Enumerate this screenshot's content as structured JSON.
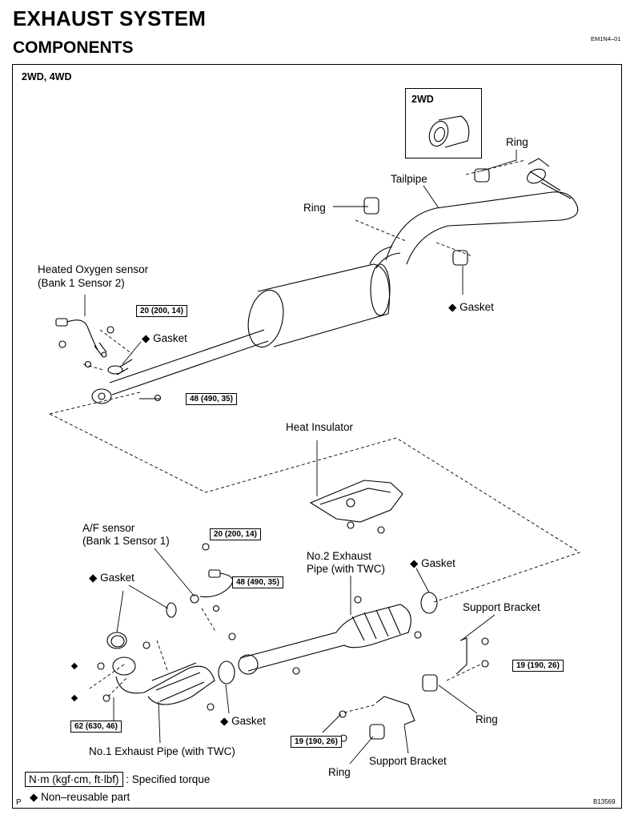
{
  "header": {
    "title": "EXHAUST SYSTEM",
    "subtitle": "COMPONENTS",
    "code": "EM1N4–01"
  },
  "frame_label": "2WD, 4WD",
  "inset_label": "2WD",
  "labels": {
    "ring_top": "Ring",
    "tailpipe": "Tailpipe",
    "ring_left": "Ring",
    "gasket_tail": "Gasket",
    "heated_o2_line1": "Heated Oxygen sensor",
    "heated_o2_line2": "(Bank 1 Sensor 2)",
    "gasket_o2": "Gasket",
    "heat_insulator": "Heat Insulator",
    "af_sensor_line1": "A/F sensor",
    "af_sensor_line2": "(Bank 1 Sensor 1)",
    "gasket_af": "Gasket",
    "no2_pipe_line1": "No.2 Exhaust",
    "no2_pipe_line2": "Pipe (with TWC)",
    "gasket_no2": "Gasket",
    "support_bracket_top": "Support Bracket",
    "ring_right": "Ring",
    "gasket_center": "Gasket",
    "no1_pipe": "No.1 Exhaust Pipe (with TWC)",
    "support_bracket_bottom": "Support Bracket",
    "ring_bottom": "Ring"
  },
  "torques": {
    "t1": "20 (200, 14)",
    "t2": "48 (490, 35)",
    "t3": "20 (200, 14)",
    "t4": "48 (490, 35)",
    "t5": "19 (190, 26)",
    "t6": "62 (630, 46)",
    "t7": "19 (190, 26)"
  },
  "legend": {
    "torque_unit": "N·m (kgf·cm, ft·lbf)",
    "torque_desc": ": Specified torque",
    "nonreusable": "Non–reusable part",
    "diamond": "◆"
  },
  "footer": {
    "left": "P",
    "right": "B13569"
  }
}
